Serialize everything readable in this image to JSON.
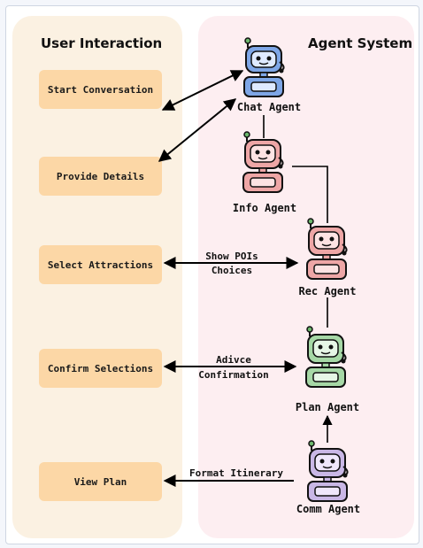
{
  "panels": {
    "user_title": "User Interaction",
    "agent_title": "Agent System"
  },
  "user_steps": [
    "Start Conversation",
    "Provide Details",
    "Select Attractions",
    "Confirm Selections",
    "View Plan"
  ],
  "agents": {
    "chat": {
      "label": "Chat Agent",
      "color": "#7ea6e6",
      "icon": "robot-icon"
    },
    "info": {
      "label": "Info Agent",
      "color": "#eea6a6",
      "icon": "robot-icon"
    },
    "rec": {
      "label": "Rec Agent",
      "color": "#eea6a6",
      "icon": "robot-icon"
    },
    "plan": {
      "label": "Plan Agent",
      "color": "#a6d8a6",
      "icon": "robot-icon"
    },
    "comm": {
      "label": "Comm Agent",
      "color": "#c9b7e6",
      "icon": "robot-icon"
    }
  },
  "edge_labels": {
    "rec_line1": "Show POIs",
    "rec_line2": "Choices",
    "plan_line1": "Adivce",
    "plan_line2": "Confirmation",
    "comm_line1": "Format Itinerary"
  },
  "colors": {
    "user_panel": "#fbf1e2",
    "agent_panel": "#fdeef1",
    "user_box": "#fcd7a6"
  }
}
